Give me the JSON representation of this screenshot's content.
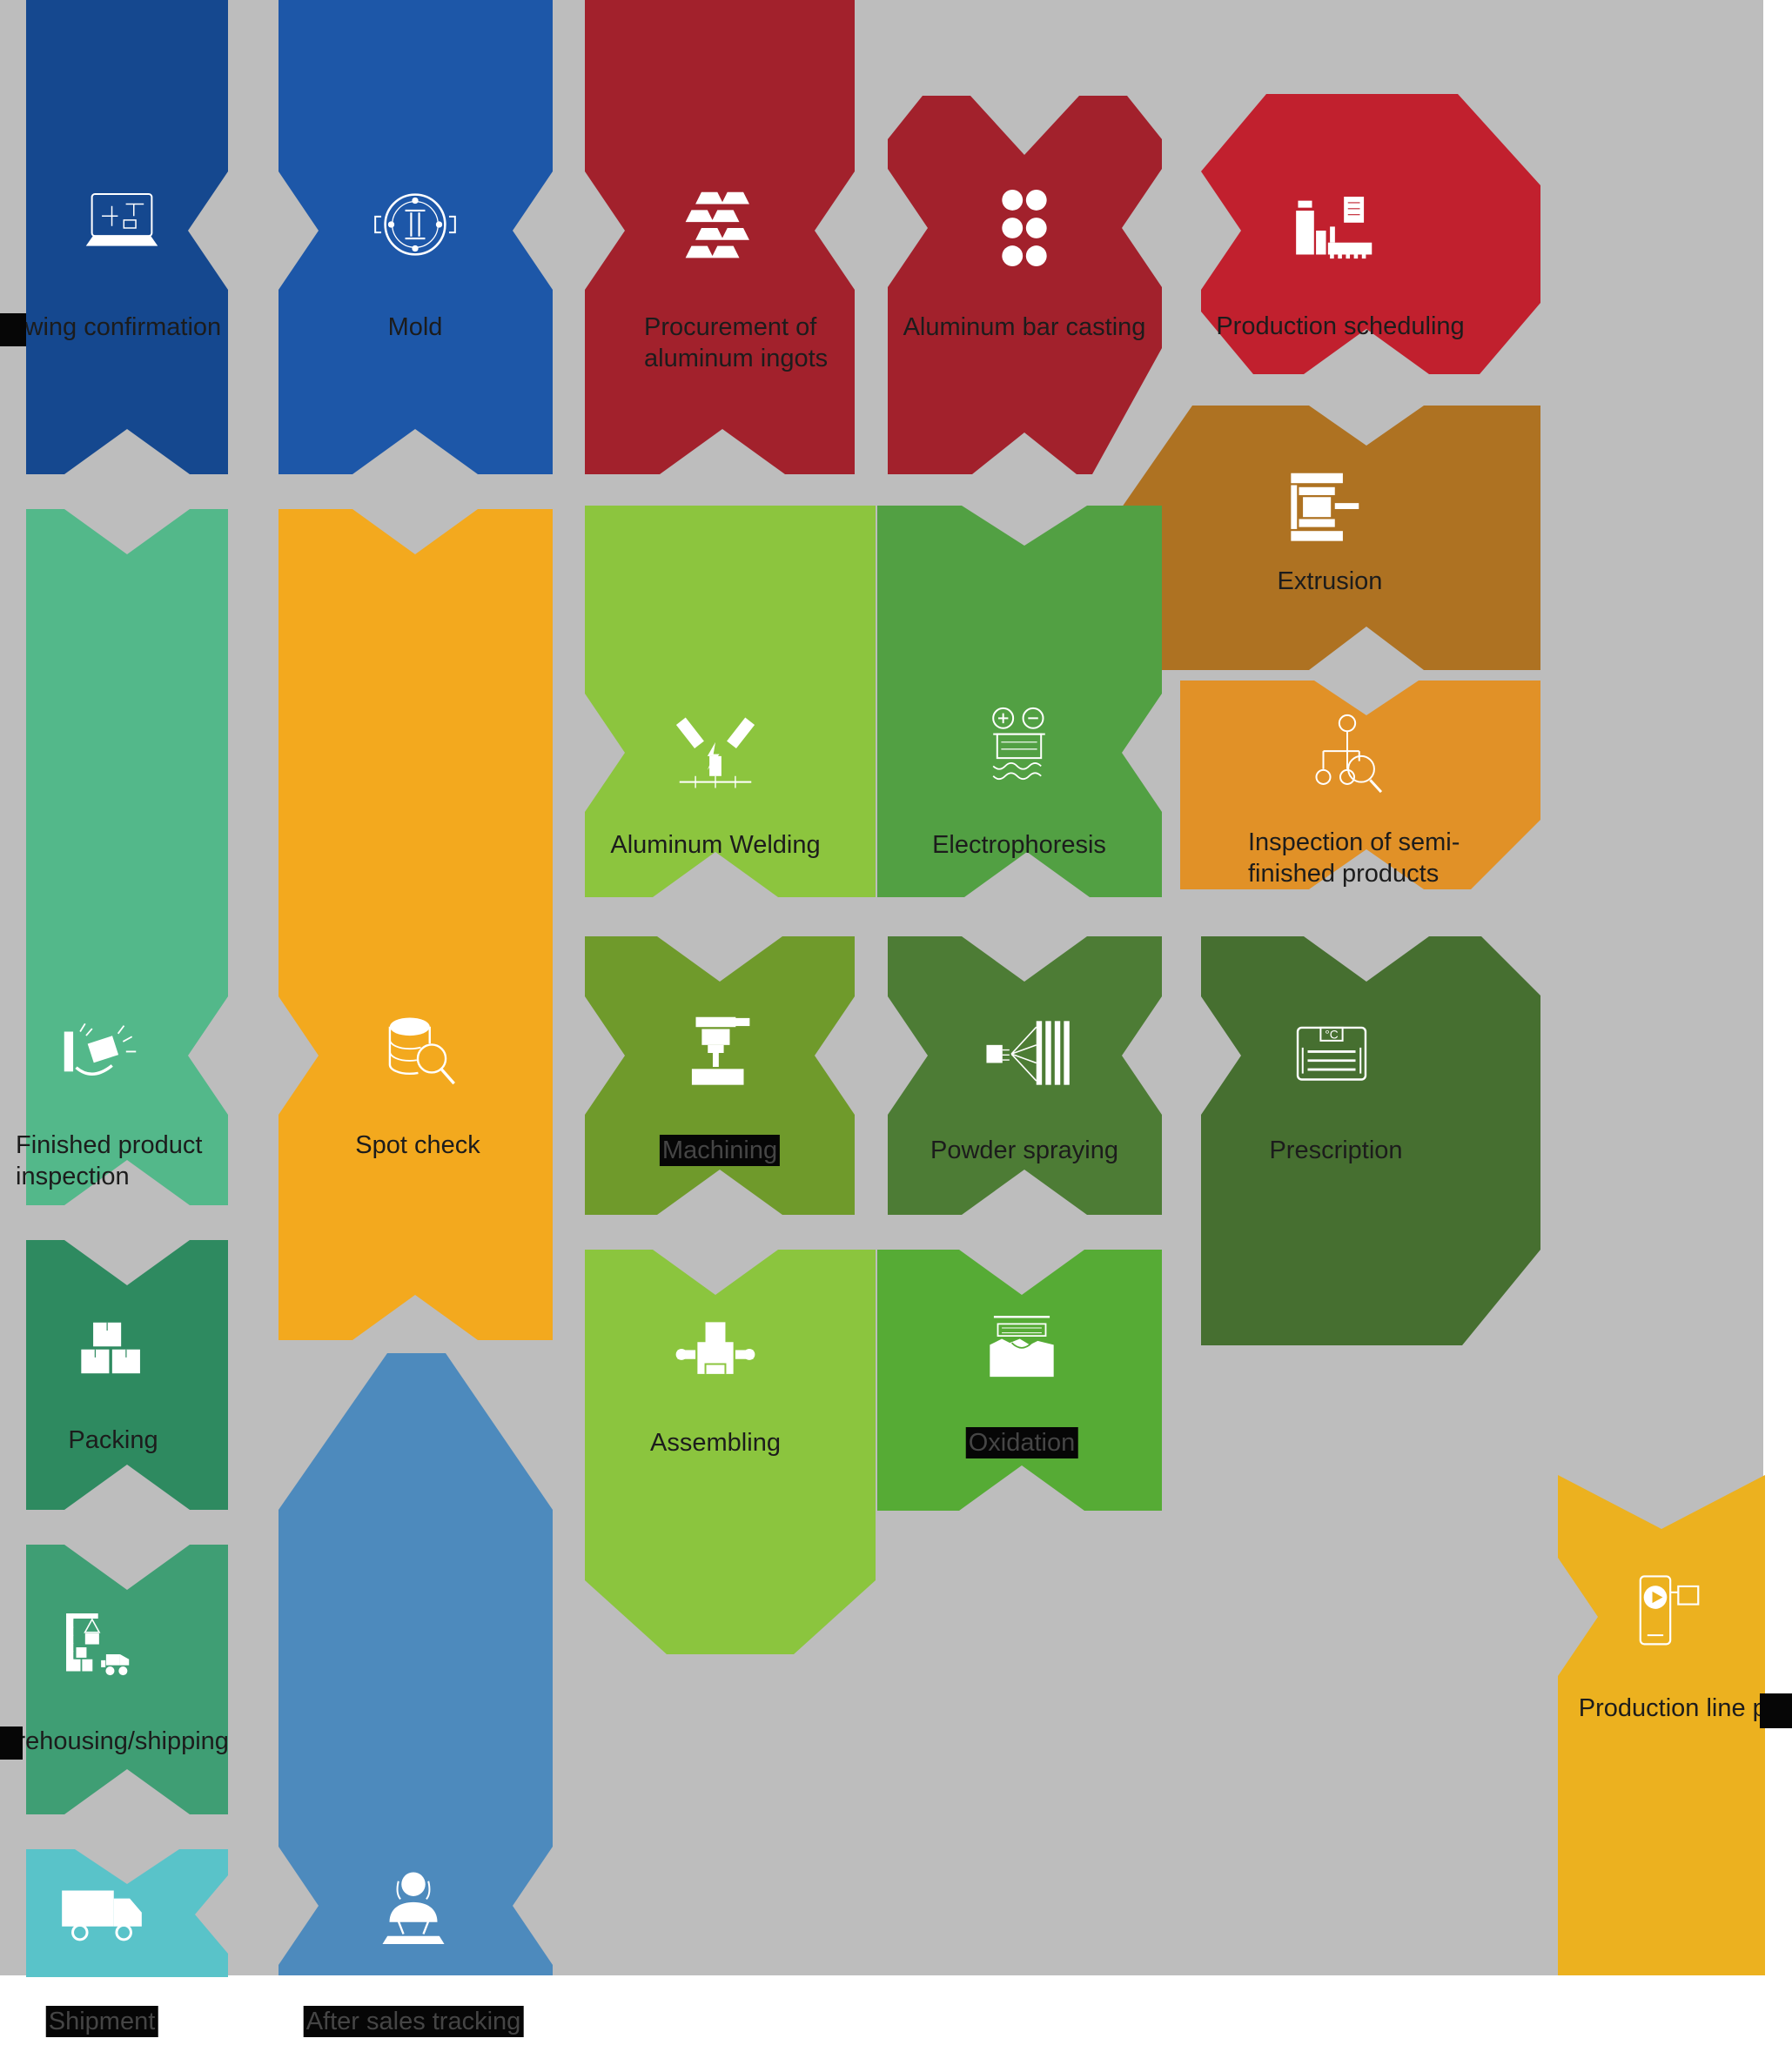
{
  "canvas": {
    "background": "#ffffff",
    "field_color": "#bdbdbd",
    "label_color": "#1c1c1c",
    "highlight_color": "#060606"
  },
  "blocks": [
    {
      "id": "drawing",
      "lines": [
        "Drawing confirmation"
      ],
      "color": "#15488f",
      "icon": "laptop-blueprint-icon",
      "label_highlight": "lead"
    },
    {
      "id": "mold",
      "lines": [
        "Mold"
      ],
      "color": "#1d57a8",
      "icon": "mold-plate-icon",
      "label_highlight": "none"
    },
    {
      "id": "procurement",
      "lines": [
        "Procurement of",
        "aluminum ingots"
      ],
      "color": "#a2212c",
      "icon": "aluminum-ingots-icon",
      "label_highlight": "none"
    },
    {
      "id": "casting",
      "lines": [
        "Aluminum bar casting"
      ],
      "color": "#a2212c",
      "icon": "bar-ends-dots-icon",
      "label_highlight": "none"
    },
    {
      "id": "scheduling",
      "lines": [
        "Production scheduling"
      ],
      "color": "#c1202e",
      "icon": "factory-line-icon",
      "label_highlight": "none"
    },
    {
      "id": "extrusion",
      "lines": [
        "Extrusion"
      ],
      "color": "#ae7222",
      "icon": "extrusion-press-icon",
      "label_highlight": "none"
    },
    {
      "id": "welding",
      "lines": [
        "Aluminum Welding"
      ],
      "color": "#8cc53e",
      "icon": "welding-torches-icon",
      "label_highlight": "none"
    },
    {
      "id": "electrophoresis",
      "lines": [
        "Electrophoresis"
      ],
      "color": "#52a043",
      "icon": "electrophoresis-bath-icon",
      "label_highlight": "none"
    },
    {
      "id": "inspection",
      "lines": [
        "Inspection of semi-",
        "finished products"
      ],
      "color": "#e19127",
      "icon": "flow-magnifier-icon",
      "label_highlight": "none"
    },
    {
      "id": "finished",
      "lines": [
        "Finished product",
        "inspection"
      ],
      "color": "#53b88a",
      "icon": "probe-camera-icon",
      "label_highlight": "none"
    },
    {
      "id": "spotcheck",
      "lines": [
        "Spot check"
      ],
      "color": "#f3a91e",
      "icon": "database-magnifier-icon",
      "label_highlight": "none"
    },
    {
      "id": "machining",
      "lines": [
        "Machining"
      ],
      "color": "#6f9a2b",
      "icon": "milling-machine-icon",
      "label_highlight": "full"
    },
    {
      "id": "powder",
      "lines": [
        "Powder spraying"
      ],
      "color": "#4d7c35",
      "icon": "spray-gun-icon",
      "label_highlight": "none"
    },
    {
      "id": "prescription",
      "lines": [
        "Prescription"
      ],
      "color": "#466f30",
      "icon": "curing-oven-icon",
      "label_highlight": "none",
      "icon_text": "°C"
    },
    {
      "id": "packing",
      "lines": [
        "Packing"
      ],
      "color": "#2e8a60",
      "icon": "boxes-icon",
      "label_highlight": "none"
    },
    {
      "id": "assembling",
      "lines": [
        "Assembling"
      ],
      "color": "#8bc53e",
      "icon": "assembly-part-icon",
      "label_highlight": "none"
    },
    {
      "id": "oxidation",
      "lines": [
        "Oxidation"
      ],
      "color": "#56ab35",
      "icon": "oxidation-tank-icon",
      "label_highlight": "full"
    },
    {
      "id": "warehousing",
      "lines": [
        "Warehousing/shipping"
      ],
      "color": "#3f9e74",
      "icon": "crane-forklift-icon",
      "label_highlight": "lead"
    },
    {
      "id": "aftersales",
      "lines": [
        "After sales tracking"
      ],
      "color": "#4d8abd",
      "icon": "support-agent-icon",
      "label_highlight": "full"
    },
    {
      "id": "shipment",
      "lines": [
        "Shipment"
      ],
      "color": "#59c3c9",
      "icon": "truck-icon",
      "label_highlight": "full"
    },
    {
      "id": "patrol",
      "lines": [
        "Production line patrol"
      ],
      "color": "#ecb11f",
      "icon": "patrol-camera-icon",
      "label_highlight": "trail"
    }
  ]
}
